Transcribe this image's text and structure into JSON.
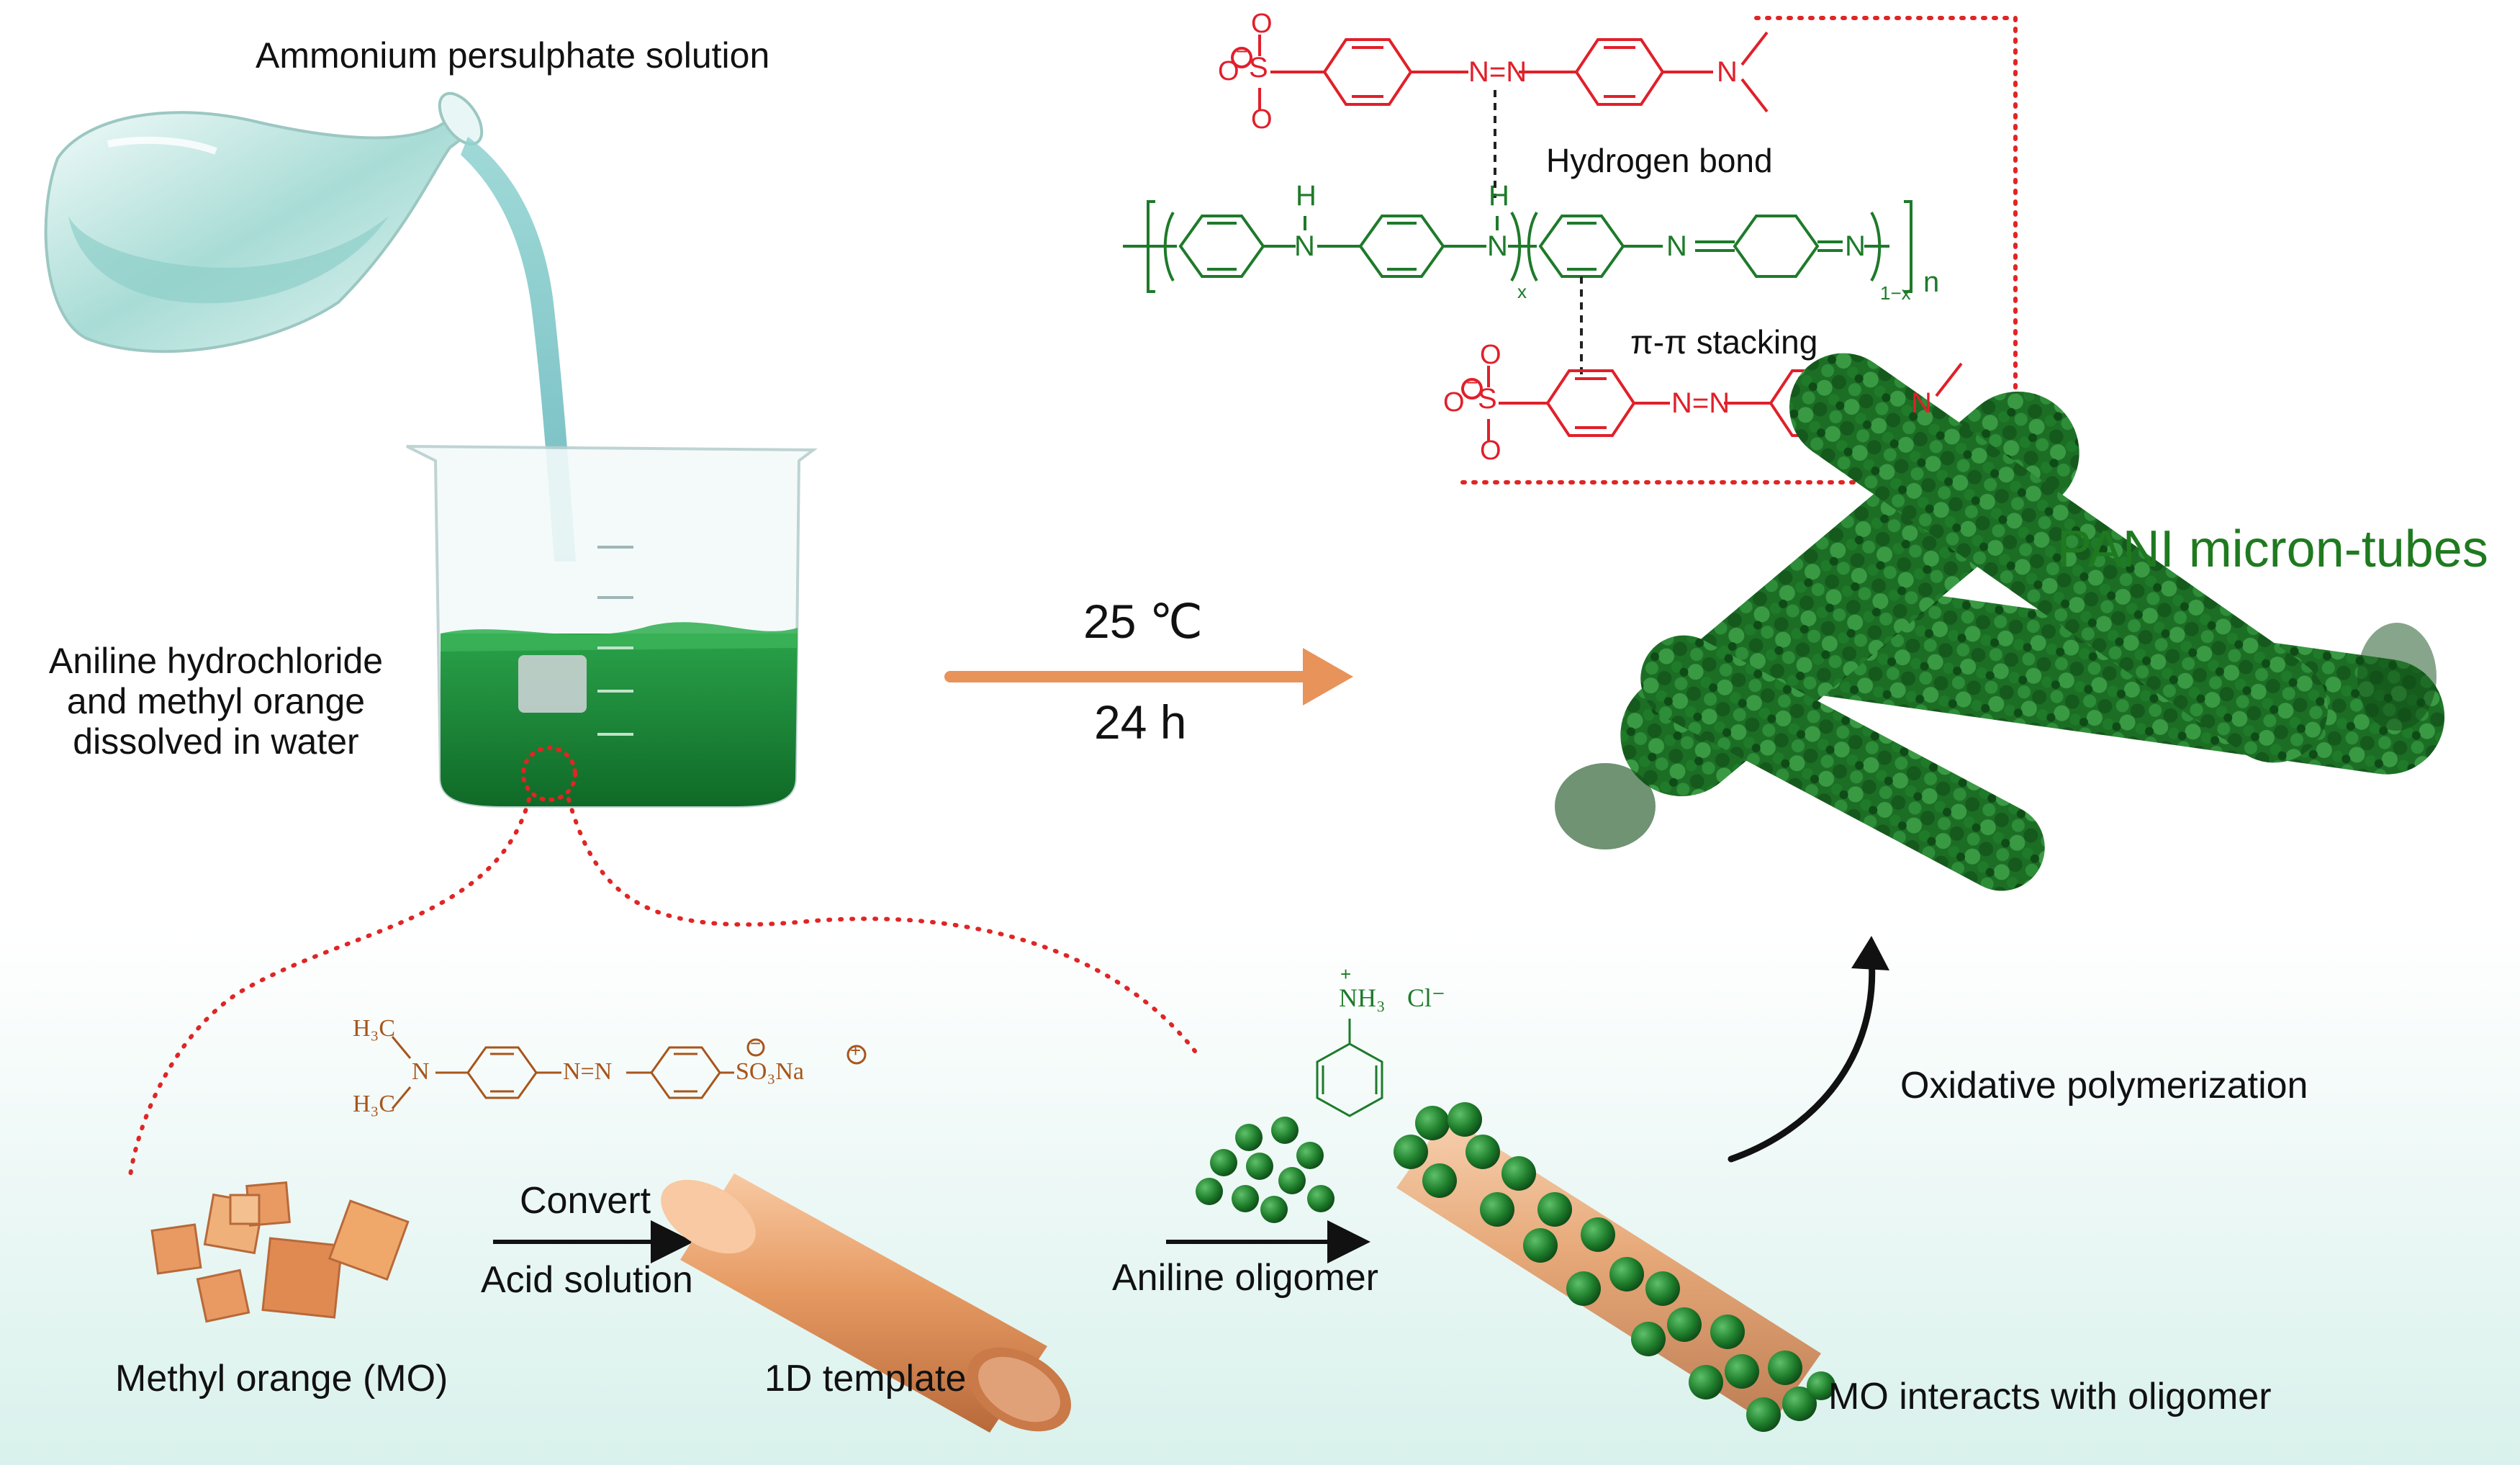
{
  "labels": {
    "apsSolution": "Ammonium persulphate solution",
    "anilineLine1": "Aniline hydrochloride",
    "anilineLine2": "and methyl orange",
    "anilineLine3": "dissolved in water",
    "temperature": "25 ℃",
    "time": "24 h",
    "hydrogenBond": "Hydrogen bond",
    "piStacking": "π-π stacking",
    "paniTubes": "PANI micron-tubes",
    "oxidativePolymerization": "Oxidative polymerization",
    "methylOrange": "Methyl orange (MO)",
    "convert": "Convert",
    "acidSolution": "Acid solution",
    "template1d": "1D template",
    "anilineOligomer": "Aniline oligomer",
    "moInteracts": "MO interacts with oligomer"
  },
  "chem": {
    "sulfur": "S",
    "oxygen": "O",
    "nitrogen": "N",
    "hydrogen": "H",
    "azo": "N=N",
    "subX": "x",
    "sub1x": "1−x",
    "subN": "n",
    "h3c": "H₃C",
    "so3na": "SO₃Na",
    "nh3": "NH₃",
    "cl": "Cl⁻",
    "minus": "−",
    "plus": "+"
  },
  "colors": {
    "dye": "#e0202a",
    "polymer": "#1e7a2a",
    "paniLabel": "#1f7a1f",
    "arrow": "#e8935a",
    "templateOrange": "#e89a62",
    "moOrange": "#a8551b",
    "beakerGreen": "#1f8f3a",
    "dotted": "#e02525"
  }
}
